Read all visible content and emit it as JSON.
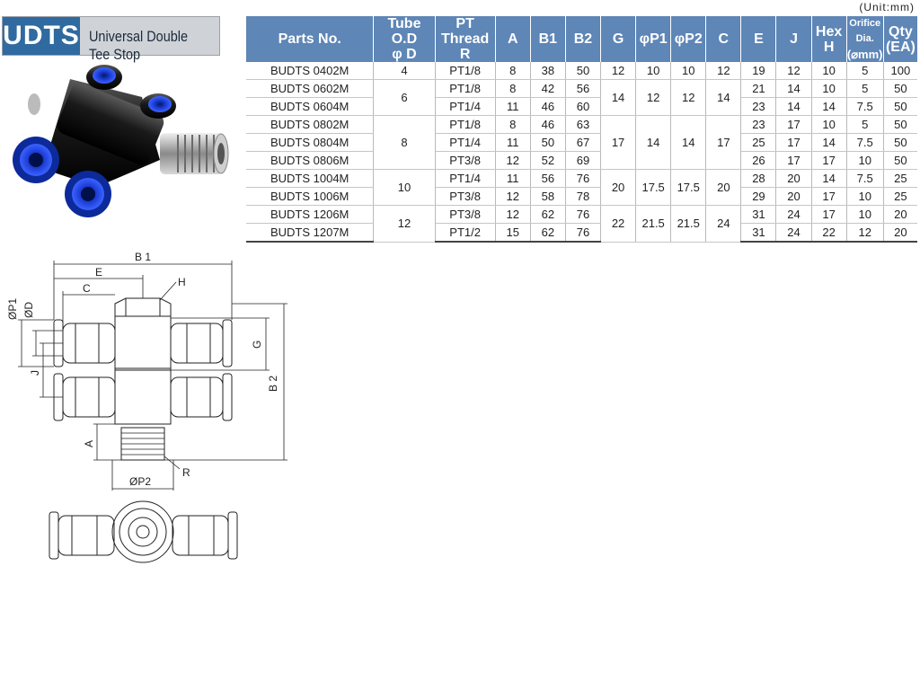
{
  "header": {
    "code": "UDTS",
    "title": "Universal Double Tee Stop",
    "unit_note": "(Unit:mm)"
  },
  "table": {
    "headers": [
      {
        "l1": "Parts No.",
        "l2": ""
      },
      {
        "l1": "Tube O.D",
        "l2": "φ D"
      },
      {
        "l1": "PT Thread",
        "l2": "R"
      },
      {
        "l1": "A",
        "l2": ""
      },
      {
        "l1": "B1",
        "l2": ""
      },
      {
        "l1": "B2",
        "l2": ""
      },
      {
        "l1": "G",
        "l2": ""
      },
      {
        "l1": "φP1",
        "l2": ""
      },
      {
        "l1": "φP2",
        "l2": ""
      },
      {
        "l1": "C",
        "l2": ""
      },
      {
        "l1": "E",
        "l2": ""
      },
      {
        "l1": "J",
        "l2": ""
      },
      {
        "l1": "Hex",
        "l2": "H"
      },
      {
        "l1": "Orifice Dia.",
        "l2": "(⌀mm)"
      },
      {
        "l1": "Qty",
        "l2": "(EA)"
      }
    ],
    "rows": [
      {
        "part": "BUDTS 0402M",
        "r": "PT1/8",
        "a": "8",
        "b1": "38",
        "b2": "50",
        "e": "19",
        "j": "12",
        "h": "10",
        "orifice": "5",
        "qty": "100"
      },
      {
        "part": "BUDTS 0602M",
        "r": "PT1/8",
        "a": "8",
        "b1": "42",
        "b2": "56",
        "e": "21",
        "j": "14",
        "h": "10",
        "orifice": "5",
        "qty": "50"
      },
      {
        "part": "BUDTS 0604M",
        "r": "PT1/4",
        "a": "11",
        "b1": "46",
        "b2": "60",
        "e": "23",
        "j": "14",
        "h": "14",
        "orifice": "7.5",
        "qty": "50"
      },
      {
        "part": "BUDTS 0802M",
        "r": "PT1/8",
        "a": "8",
        "b1": "46",
        "b2": "63",
        "e": "23",
        "j": "17",
        "h": "10",
        "orifice": "5",
        "qty": "50"
      },
      {
        "part": "BUDTS 0804M",
        "r": "PT1/4",
        "a": "11",
        "b1": "50",
        "b2": "67",
        "e": "25",
        "j": "17",
        "h": "14",
        "orifice": "7.5",
        "qty": "50"
      },
      {
        "part": "BUDTS 0806M",
        "r": "PT3/8",
        "a": "12",
        "b1": "52",
        "b2": "69",
        "e": "26",
        "j": "17",
        "h": "17",
        "orifice": "10",
        "qty": "50"
      },
      {
        "part": "BUDTS 1004M",
        "r": "PT1/4",
        "a": "11",
        "b1": "56",
        "b2": "76",
        "e": "28",
        "j": "20",
        "h": "14",
        "orifice": "7.5",
        "qty": "25"
      },
      {
        "part": "BUDTS 1006M",
        "r": "PT3/8",
        "a": "12",
        "b1": "58",
        "b2": "78",
        "e": "29",
        "j": "20",
        "h": "17",
        "orifice": "10",
        "qty": "25"
      },
      {
        "part": "BUDTS 1206M",
        "r": "PT3/8",
        "a": "12",
        "b1": "62",
        "b2": "76",
        "e": "31",
        "j": "24",
        "h": "17",
        "orifice": "10",
        "qty": "20"
      },
      {
        "part": "BUDTS 1207M",
        "r": "PT1/2",
        "a": "15",
        "b1": "62",
        "b2": "76",
        "e": "31",
        "j": "24",
        "h": "22",
        "orifice": "12",
        "qty": "20"
      }
    ],
    "groups": [
      {
        "rows": 1,
        "d": "4",
        "g": "12",
        "p1": "10",
        "p2": "10",
        "c": "12"
      },
      {
        "rows": 2,
        "d": "6",
        "g": "14",
        "p1": "12",
        "p2": "12",
        "c": "14"
      },
      {
        "rows": 3,
        "d": "8",
        "g": "17",
        "p1": "14",
        "p2": "14",
        "c": "17"
      },
      {
        "rows": 2,
        "d": "10",
        "g": "20",
        "p1": "17.5",
        "p2": "17.5",
        "c": "20"
      },
      {
        "rows": 2,
        "d": "12",
        "g": "22",
        "p1": "21.5",
        "p2": "21.5",
        "c": "24"
      }
    ]
  },
  "drawing": {
    "labels": {
      "b1": "B 1",
      "e": "E",
      "c": "C",
      "h": "H",
      "p1": "ØP1",
      "d": "ØD",
      "j": "J",
      "g": "G",
      "b2": "B 2",
      "a": "A",
      "r": "R",
      "p2": "ØP2"
    }
  }
}
